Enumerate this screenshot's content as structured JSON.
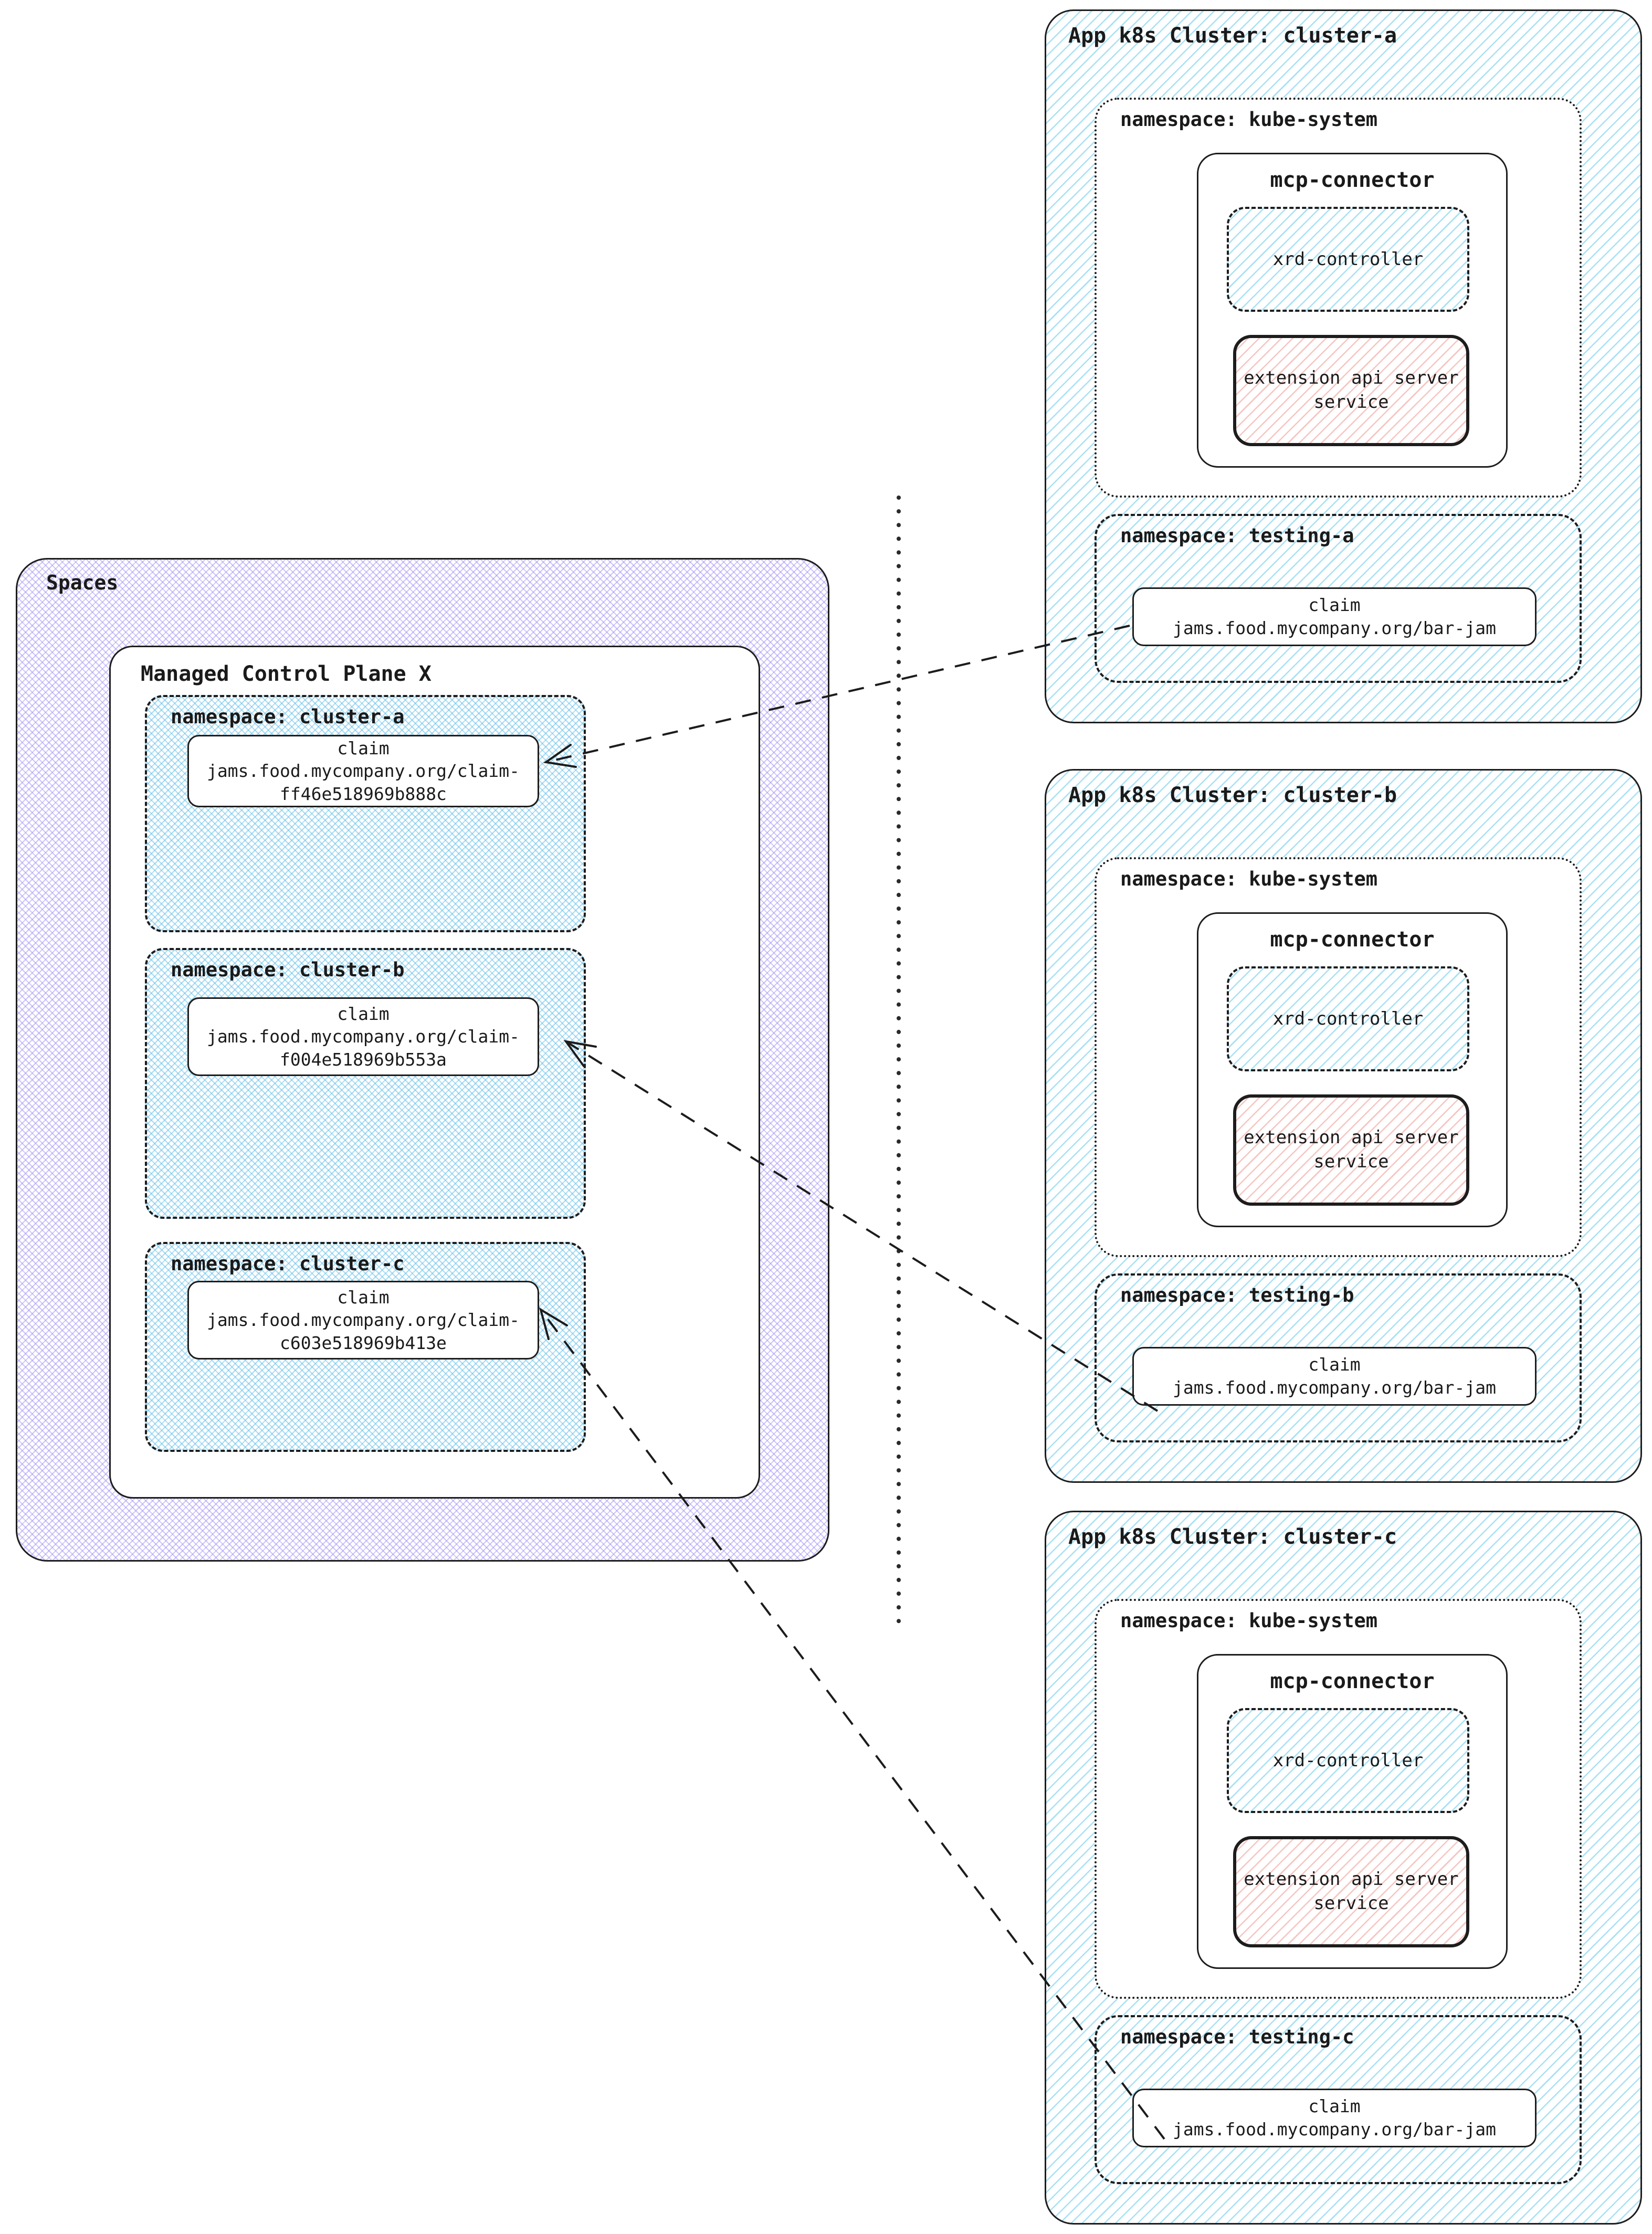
{
  "spaces": {
    "title": "Spaces",
    "mcp": {
      "title": "Managed Control Plane X",
      "namespaces": [
        {
          "label": "namespace: cluster-a",
          "claim": {
            "title": "claim",
            "path_line1": "jams.food.mycompany.org/claim-",
            "path_line2": "ff46e518969b888c"
          }
        },
        {
          "label": "namespace: cluster-b",
          "claim": {
            "title": "claim",
            "path_line1": "jams.food.mycompany.org/claim-",
            "path_line2": "f004e518969b553a"
          }
        },
        {
          "label": "namespace: cluster-c",
          "claim": {
            "title": "claim",
            "path_line1": "jams.food.mycompany.org/claim-",
            "path_line2": "c603e518969b413e"
          }
        }
      ]
    }
  },
  "clusters": [
    {
      "title": "App k8s Cluster: cluster-a",
      "kube_namespace": "namespace: kube-system",
      "connector": "mcp-connector",
      "controller": "xrd-controller",
      "extension_line1": "extension api server",
      "extension_line2": "service",
      "testing_namespace": "namespace: testing-a",
      "claim": {
        "title": "claim",
        "path": "jams.food.mycompany.org/bar-jam"
      }
    },
    {
      "title": "App k8s Cluster: cluster-b",
      "kube_namespace": "namespace: kube-system",
      "connector": "mcp-connector",
      "controller": "xrd-controller",
      "extension_line1": "extension api server",
      "extension_line2": "service",
      "testing_namespace": "namespace: testing-b",
      "claim": {
        "title": "claim",
        "path": "jams.food.mycompany.org/bar-jam"
      }
    },
    {
      "title": "App k8s Cluster: cluster-c",
      "kube_namespace": "namespace: kube-system",
      "connector": "mcp-connector",
      "controller": "xrd-controller",
      "extension_line1": "extension api server",
      "extension_line2": "service",
      "testing_namespace": "namespace: testing-c",
      "claim": {
        "title": "claim",
        "path": "jams.food.mycompany.org/bar-jam"
      }
    }
  ],
  "colors": {
    "space_hatch": "#9e8af5",
    "namespace_hatch": "#60beeb",
    "cluster_hatch": "#6ecdee",
    "controller_hatch": "#6ecdee",
    "extension_hatch": "#ee968f",
    "line": "#1d1d1d",
    "text": "#1a1a1a"
  }
}
